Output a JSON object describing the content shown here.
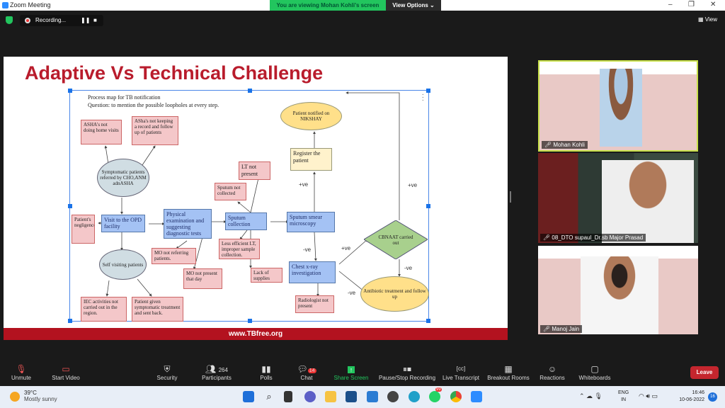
{
  "window": {
    "title": "Zoom Meeting",
    "viewing_banner": "You are viewing Mohan Kohli's screen",
    "view_options": "View Options ⌄",
    "minimize": "–",
    "restore": "❐",
    "close": "✕"
  },
  "recording": {
    "label": "Recording...",
    "pause": "❚❚",
    "stop": "■"
  },
  "view_button": "View",
  "slide": {
    "title": "Adaptive Vs Technical Challenge",
    "footer": "www.TBfree.org",
    "diagram": {
      "heading1": "Process map for TB notification",
      "heading2": "Question: to mention the possible loopholes at every step.",
      "nodes": [
        "ASHA's not doing home visits",
        "ASha's not keeping a record and follow up of patients",
        "Symptomatic patients referred by CHO,ANM adnASHA",
        "Patient's negligence",
        "Visit to the OPD facility",
        "Physical examination and suggesting diagnostic tests",
        "MO not referring patients.",
        "MO not present that day",
        "Self visiting patients",
        "IEC activities not carried out in the region.",
        "Patient given symptomatic treatment and sent back.",
        "LT not present",
        "Sputum not collected",
        "Sputum collection",
        "Less efficient LT, improper sample collection.",
        "Lack of supplies",
        "Patient notified on NIKSHAY",
        "Register the patient",
        "Sputum smear microscopy",
        "Chest x-ray investigation",
        "Radiologist not present",
        "CBNAAT carried out",
        "Antibiotic treatment and follow up"
      ],
      "edge_labels": [
        "+ve",
        "+ve",
        "-ve",
        "+ve",
        "-ve",
        "-ve"
      ]
    }
  },
  "participants": [
    {
      "name": "Mohan Kohli",
      "active": true
    },
    {
      "name": "08_DTO supaul_Dr.sb Major Prasad"
    },
    {
      "name": "Manoj Jain"
    }
  ],
  "toolbar": {
    "unmute": "Unmute",
    "start_video": "Start Video",
    "security": "Security",
    "participants": "Participants",
    "participants_count": "264",
    "polls": "Polls",
    "chat": "Chat",
    "chat_badge": "14",
    "share_screen": "Share Screen",
    "pause_stop": "Pause/Stop Recording",
    "live_transcript": "Live Transcript",
    "breakout": "Breakout Rooms",
    "reactions": "Reactions",
    "whiteboards": "Whiteboards",
    "leave": "Leave"
  },
  "taskbar": {
    "temp": "39°C",
    "weather": "Mostly sunny",
    "lang1": "ENG",
    "lang2": "IN",
    "time": "16:46",
    "date": "10-06-2022",
    "whatsapp_badge": "99",
    "notif": "16"
  },
  "colors": {
    "accent_green": "#22c55e",
    "leave_red": "#c4262e",
    "slide_red": "#b91c2c"
  }
}
